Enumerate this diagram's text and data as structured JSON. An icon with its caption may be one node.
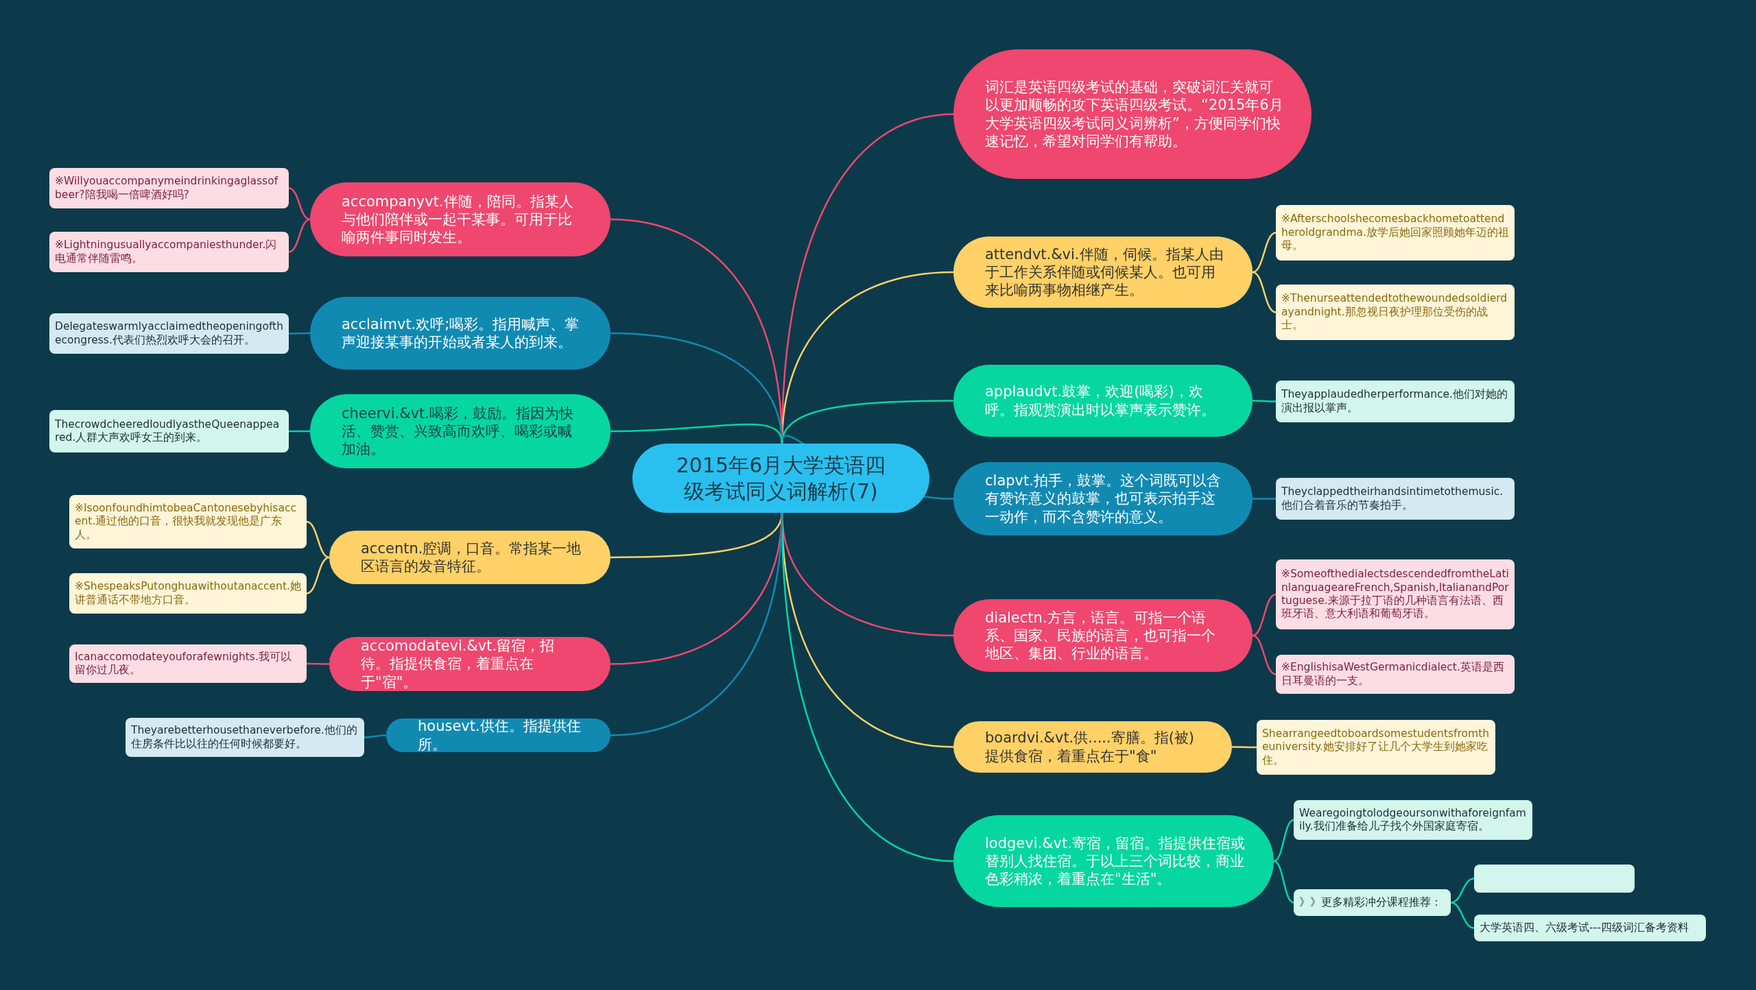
{
  "diagram": {
    "nodes": [
      {
        "text": [
          "2015年6月大学英语四级考试同义词解析(7)"
        ]
      },
      {
        "text": [
          "词汇是英语四级考试的基础，突破词汇关就可以更加顺畅的攻下英语四级考试。“2015年6月大学英语四级考试同义词辨析”，方便同学们快速记忆，希望对同学们有帮助。"
        ]
      },
      {
        "text": [
          "attendvt.&vi.伴随，伺候。指某人由于工作关系伴随或伺候某人。也可用来比喻两事物相继产生。"
        ]
      },
      {
        "text": [
          "※Afterschoolshecomesbackhometoattendheroldgrandma.放学后她回家照顾她年迈的祖母。"
        ]
      },
      {
        "text": [
          "※Thenurseattendedtothewoundedsoldierdayandnight.那忽视日夜护理那位受伤的战士。"
        ]
      },
      {
        "text": [
          "applaudvt.鼓掌，欢迎(喝彩)，欢呼。指观赏演出时以掌声表示赞许。"
        ]
      },
      {
        "text": [
          "Theyapplaudedherperformance.他们对她的演出报以掌声。"
        ]
      },
      {
        "text": [
          "clapvt.拍手，鼓掌。这个词既可以含有赞许意义的鼓掌，也可表示拍手这一动作，而不含赞许的意义。"
        ]
      },
      {
        "text": [
          "Theyclappedtheirhandsintimetothemusic.他们合着音乐的节奏拍手。"
        ]
      },
      {
        "text": [
          "dialectn.方言，语言。可指一个语系、国家、民族的语言，也可指一个地区、集团、行业的语言。"
        ]
      },
      {
        "text": [
          "※SomeofthedialectsdescendedfromtheLatinlanguageareFrench,Spanish,ItalianandPortuguese.来源于拉丁语的几种语言有法语、西班牙语、意大利语和葡萄牙语。"
        ]
      },
      {
        "text": [
          "※EnglishisaWestGermanicdialect.英语是西日耳曼语的一支。"
        ]
      },
      {
        "text": [
          "boardvi.&vt.供.....寄膳。指(被)提供食宿，着重点在于\"食\""
        ]
      },
      {
        "text": [
          "Shearrangeedtoboardsomestudentsfromtheuniversity.她安排好了让几个大学生到她家吃住。"
        ]
      },
      {
        "text": [
          "lodgevi.&vt.寄宿，留宿。指提供住宿或替别人找住宿。于以上三个词比较，商业色彩稍浓，着重点在\"生活\"。"
        ]
      },
      {
        "text": [
          "Wearegoingtolodgeoursonwithaforeignfamily.我们准备给儿子找个外国家庭寄宿。"
        ]
      },
      {
        "text": [
          "》》更多精彩冲分课程推荐："
        ]
      },
      {
        "text": [],
        "shape": "box"
      },
      {
        "text": [
          "大学英语四、六级考试---四级词汇备考资料"
        ]
      },
      {
        "text": [
          "accompanyvt.伴随，陪同。指某人与他们陪伴或一起干某事。可用于比喻两件事同时发生。"
        ]
      },
      {
        "text": [
          "※Willyouaccompanymeindrinkingaglassofbeer?陪我喝一倍啤酒好吗?"
        ]
      },
      {
        "text": [
          "※Lightningusuallyaccompaniesthunder.闪电通常伴随雷鸣。"
        ]
      },
      {
        "text": [
          "acclaimvt.欢呼;喝彩。指用喊声、掌声迎接某事的开始或者某人的到来。"
        ]
      },
      {
        "text": [
          "Delegateswarmlyacclaimedtheopeningofthecongress.代表们热烈欢呼大会的召开。"
        ]
      },
      {
        "text": [
          "cheervi.&vt.喝彩，鼓励。指因为快活、赞赏、兴致高而欢呼、喝彩或喊加油。"
        ]
      },
      {
        "text": [
          "ThecrowdcheeredloudlyastheQueenappeared.人群大声欢呼女王的到来。"
        ]
      },
      {
        "text": [
          "accentn.腔调，口音。常指某一地区语言的发音特征。"
        ]
      },
      {
        "text": [
          "※IsoonfoundhimtobeaCantonesebyhisaccent.通过他的口音，很快我就发现他是广东人。"
        ]
      },
      {
        "text": [
          "※ShespeaksPutonghuawithoutanaccent.她讲普通话不带地方口音。"
        ]
      },
      {
        "text": [
          "accomodatevi.&vt.留宿，招待。指提供食宿，着重点在于\"宿\"。"
        ]
      },
      {
        "text": [
          "Icanaccomodateyouforafewnights.我可以留你过几夜。"
        ]
      },
      {
        "text": [
          "housevt.供住。指提供住所。"
        ]
      },
      {
        "text": [
          "Theyarebetterhousethaneverbefore.他们的住房条件比以往的任何时候都要好。"
        ]
      }
    ],
    "edges": [
      {
        "from": 0,
        "to": 1,
        "arrow": "none",
        "color": "#ef476f"
      },
      {
        "from": 0,
        "to": 2,
        "arrow": "none",
        "color": "#ffd166"
      },
      {
        "from": 2,
        "to": 3,
        "arrow": "none",
        "color": "#ffd166"
      },
      {
        "from": 2,
        "to": 4,
        "arrow": "none",
        "color": "#ffd166"
      },
      {
        "from": 0,
        "to": 5,
        "arrow": "none",
        "color": "#06d6a0"
      },
      {
        "from": 5,
        "to": 6,
        "arrow": "none",
        "color": "#06d6a0"
      },
      {
        "from": 0,
        "to": 7,
        "arrow": "none",
        "color": "#118ab2"
      },
      {
        "from": 7,
        "to": 8,
        "arrow": "none",
        "color": "#118ab2"
      },
      {
        "from": 0,
        "to": 9,
        "arrow": "none",
        "color": "#ef476f"
      },
      {
        "from": 9,
        "to": 10,
        "arrow": "none",
        "color": "#ef476f"
      },
      {
        "from": 9,
        "to": 11,
        "arrow": "none",
        "color": "#ef476f"
      },
      {
        "from": 0,
        "to": 12,
        "arrow": "none",
        "color": "#ffd166"
      },
      {
        "from": 12,
        "to": 13,
        "arrow": "none",
        "color": "#ffd166"
      },
      {
        "from": 0,
        "to": 14,
        "arrow": "none",
        "color": "#06d6a0"
      },
      {
        "from": 14,
        "to": 15,
        "arrow": "none",
        "color": "#06d6a0"
      },
      {
        "from": 14,
        "to": 16,
        "arrow": "none",
        "color": "#06d6a0"
      },
      {
        "from": 16,
        "to": 17,
        "arrow": "none",
        "color": "#06d6a0"
      },
      {
        "from": 16,
        "to": 18,
        "arrow": "none",
        "color": "#06d6a0"
      },
      {
        "from": 0,
        "to": 19,
        "arrow": "none",
        "color": "#ef476f"
      },
      {
        "from": 19,
        "to": 20,
        "arrow": "none",
        "color": "#ef476f"
      },
      {
        "from": 19,
        "to": 21,
        "arrow": "none",
        "color": "#ef476f"
      },
      {
        "from": 0,
        "to": 22,
        "arrow": "none",
        "color": "#118ab2"
      },
      {
        "from": 22,
        "to": 23,
        "arrow": "none",
        "color": "#118ab2"
      },
      {
        "from": 0,
        "to": 24,
        "arrow": "none",
        "color": "#06d6a0"
      },
      {
        "from": 24,
        "to": 25,
        "arrow": "none",
        "color": "#06d6a0"
      },
      {
        "from": 0,
        "to": 26,
        "arrow": "none",
        "color": "#ffd166"
      },
      {
        "from": 26,
        "to": 27,
        "arrow": "none",
        "color": "#ffd166"
      },
      {
        "from": 26,
        "to": 28,
        "arrow": "none",
        "color": "#ffd166"
      },
      {
        "from": 0,
        "to": 29,
        "arrow": "none",
        "color": "#ef476f"
      },
      {
        "from": 29,
        "to": 30,
        "arrow": "none",
        "color": "#ef476f"
      },
      {
        "from": 0,
        "to": 31,
        "arrow": "none",
        "color": "#118ab2"
      },
      {
        "from": 31,
        "to": 32,
        "arrow": "none",
        "color": "#118ab2"
      }
    ]
  }
}
